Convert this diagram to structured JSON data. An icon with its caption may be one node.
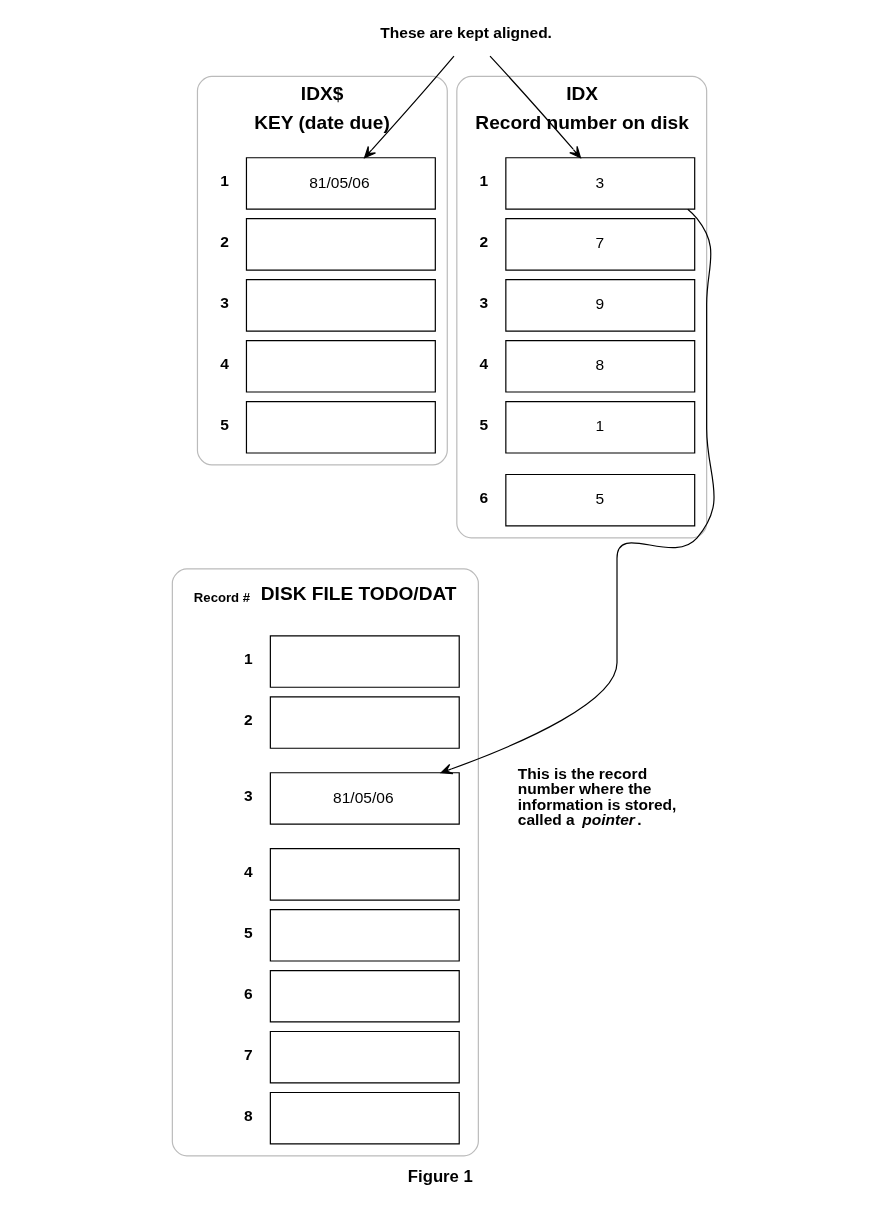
{
  "diagram": {
    "caption": "Figure 1",
    "nodes": [
      {
        "text": [
          "IDX$",
          "KEY (date due)"
        ]
      },
      {
        "text": [
          "81/05/06"
        ],
        "beside": [
          "1"
        ],
        "in": 0
      },
      {
        "text": [],
        "shape": "box",
        "beside": [
          "2"
        ],
        "in": 0
      },
      {
        "text": [],
        "shape": "box",
        "beside": [
          "3"
        ],
        "in": 0
      },
      {
        "text": [],
        "shape": "box",
        "beside": [
          "4"
        ],
        "in": 0
      },
      {
        "text": [],
        "shape": "box",
        "beside": [
          "5"
        ],
        "in": 0
      },
      {
        "text": [
          "These are kept aligned."
        ]
      },
      {
        "text": [
          "IDX",
          "Record number on disk"
        ]
      },
      {
        "text": [
          "3"
        ],
        "beside": [
          "1"
        ],
        "in": 7
      },
      {
        "text": [
          "7"
        ],
        "beside": [
          "2"
        ],
        "in": 7
      },
      {
        "text": [
          "9"
        ],
        "beside": [
          "3"
        ],
        "in": 7
      },
      {
        "text": [
          "8"
        ],
        "beside": [
          "4"
        ],
        "in": 7
      },
      {
        "text": [
          "1"
        ],
        "beside": [
          "5"
        ],
        "in": 7
      },
      {
        "text": [
          "5"
        ],
        "beside": [
          "6"
        ],
        "in": 7
      },
      {
        "text": [
          "DISK FILE TODO/DAT"
        ],
        "beside": [
          "Record #"
        ]
      },
      {
        "text": [],
        "shape": "box",
        "beside": [
          "1"
        ],
        "in": 14
      },
      {
        "text": [],
        "shape": "box",
        "beside": [
          "2"
        ],
        "in": 14
      },
      {
        "text": [
          "81/05/06"
        ],
        "beside": [
          "3"
        ],
        "in": 14
      },
      {
        "text": [],
        "shape": "box",
        "beside": [
          "4"
        ],
        "in": 14
      },
      {
        "text": [],
        "shape": "box",
        "beside": [
          "5"
        ],
        "in": 14
      },
      {
        "text": [],
        "shape": "box",
        "beside": [
          "6"
        ],
        "in": 14
      },
      {
        "text": [],
        "shape": "box",
        "beside": [
          "7"
        ],
        "in": 14
      },
      {
        "text": [],
        "shape": "box",
        "beside": [
          "8"
        ],
        "in": 14
      }
    ],
    "edges": [
      {
        "from": 6,
        "to": 1,
        "arrow": "to"
      },
      {
        "from": 6,
        "to": 8,
        "arrow": "to"
      },
      {
        "from": 8,
        "to": 17,
        "arrow": "to"
      }
    ],
    "labels": [
      "This is the record number where the information is stored, called a *pointer*."
    ]
  }
}
